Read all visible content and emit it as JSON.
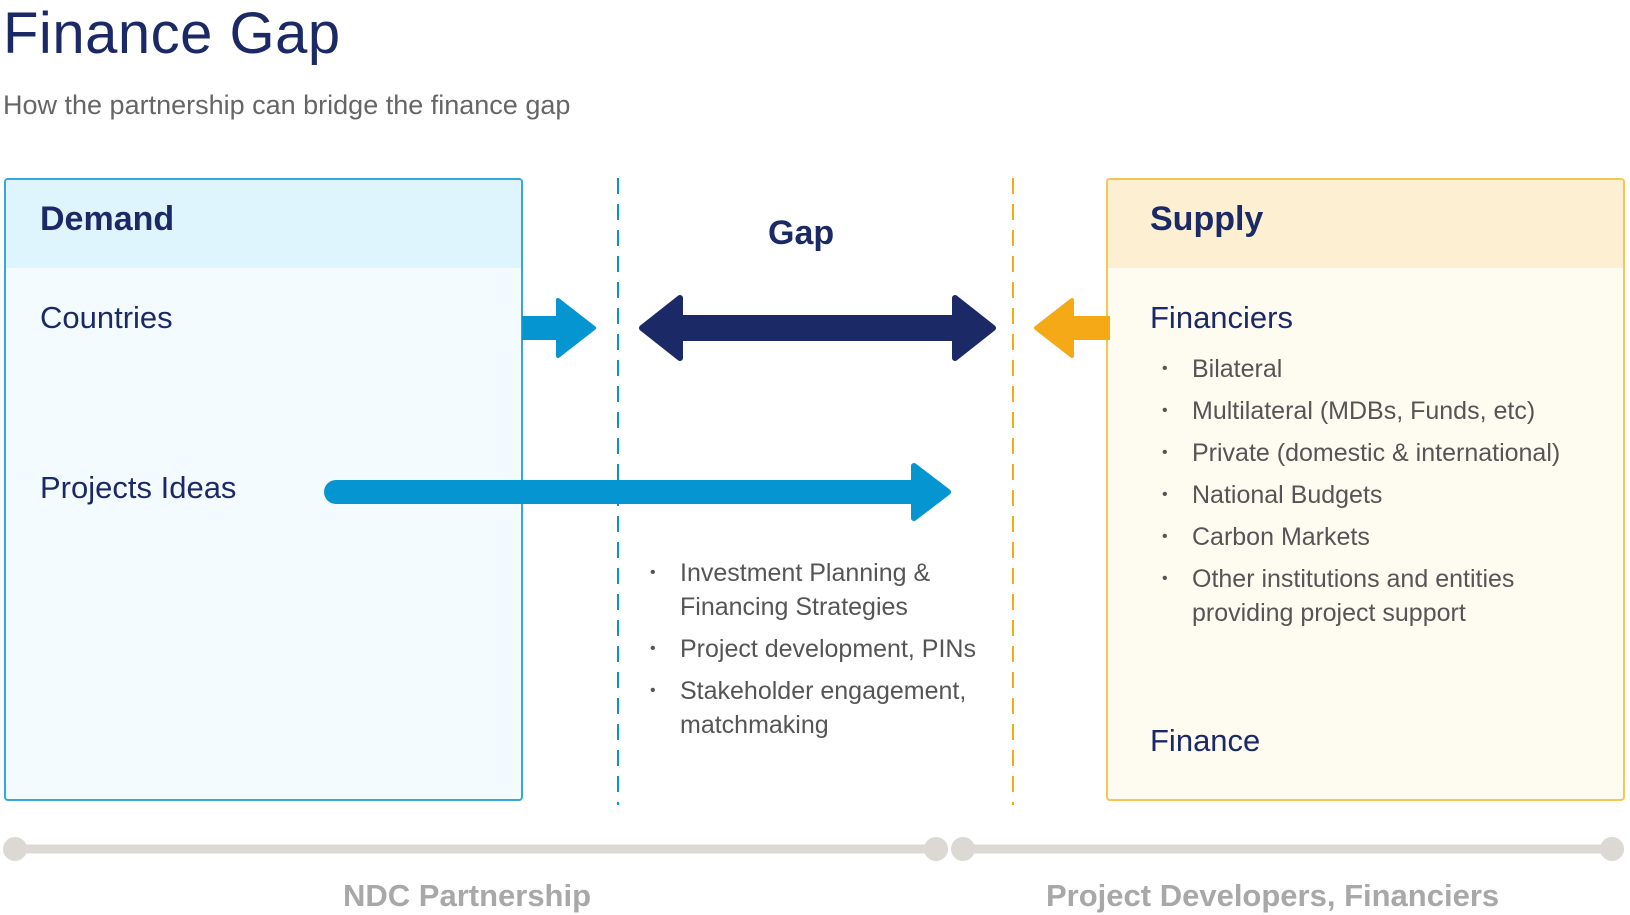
{
  "title": "Finance Gap",
  "subtitle": "How the partnership can bridge the finance gap",
  "demand": {
    "heading": "Demand",
    "countries": "Countries",
    "projects": "Projects Ideas"
  },
  "gap": {
    "heading": "Gap",
    "items": [
      "Investment Planning & Financing Strategies",
      "Project development, PINs",
      "Stakeholder engagement, matchmaking"
    ]
  },
  "supply": {
    "heading": "Supply",
    "financiers": "Financiers",
    "items": [
      "Bilateral",
      "Multilateral (MDBs, Funds, etc)",
      "Private (domestic & international)",
      "National Budgets",
      "Carbon Markets",
      "Other institutions and entities providing project support"
    ],
    "finance": "Finance"
  },
  "footer": {
    "left": "NDC Partnership",
    "right": "Project Developers, Financiers"
  },
  "colors": {
    "navy": "#1b2a66",
    "blue_arrow": "#0596d2",
    "orange_arrow": "#f6a917",
    "demand_border": "#35a7da",
    "supply_border": "#f7c456",
    "timeline": "#dcd8d3"
  }
}
